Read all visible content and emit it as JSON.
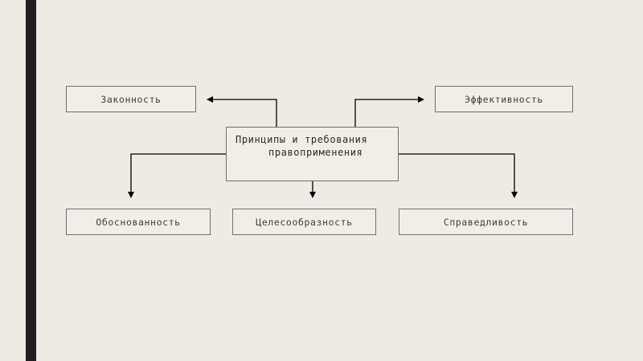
{
  "diagram": {
    "center": {
      "line1": "Принципы и требования",
      "line2": "правоприменения"
    },
    "nodes": {
      "legality": "Законность",
      "efficiency": "Эффективность",
      "validity": "Обоснованность",
      "expediency": "Целесообразность",
      "justice": "Справедливость"
    }
  },
  "colors": {
    "background": "#eeebe5",
    "side_bar": "#1e1e1e",
    "line": "#000000",
    "box_border": "#6f6f6f"
  }
}
